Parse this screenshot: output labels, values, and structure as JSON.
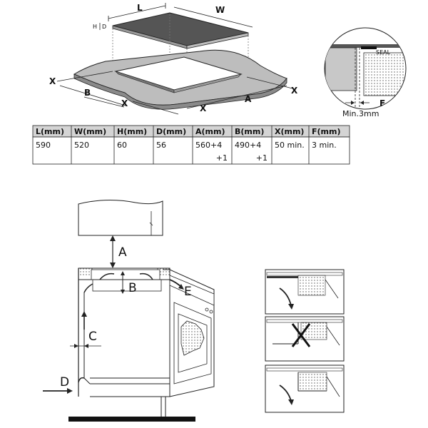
{
  "hob_labels": {
    "length": "L",
    "width": "W",
    "height": "H",
    "depth": "D"
  },
  "cutout_labels": {
    "x_left": "X",
    "x_right": "X",
    "x_bottom_left": "X",
    "x_bottom_mid": "X",
    "a": "A",
    "b": "B"
  },
  "detail": {
    "seal": "SEAL",
    "f": "F",
    "min_gap": "Min.3mm"
  },
  "table": {
    "headers": [
      "L(mm)",
      "W(mm)",
      "H(mm)",
      "D(mm)",
      "A(mm)",
      "B(mm)",
      "X(mm)",
      "F(mm)"
    ],
    "row1": [
      "590",
      "520",
      "60",
      "56",
      "560+4",
      "490+4",
      "50 min.",
      "3 min."
    ],
    "row2": [
      "",
      "",
      "",
      "",
      "+1",
      "+1",
      "",
      ""
    ]
  },
  "install_labels": {
    "a": "A",
    "b": "B",
    "c": "C",
    "d": "D",
    "e": "E"
  },
  "colors": {
    "hob_top": "#555555",
    "board": "#bdbdbd",
    "line": "#222222",
    "dotted": "#777777"
  }
}
